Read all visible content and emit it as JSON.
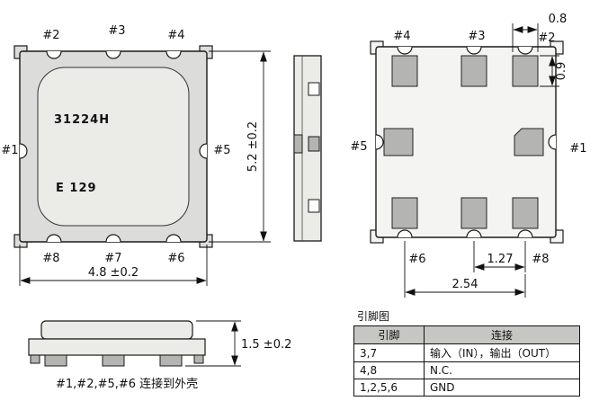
{
  "colors": {
    "line": "#1a1a1a",
    "body_fill": "#dcdcda",
    "lid_fill": "#ebebe8",
    "pad_fill": "#b4b4b2",
    "table_header_bg": "#c6c6c4"
  },
  "top_view": {
    "part_number": "31224H",
    "date_code": "E 129",
    "pin_labels": {
      "p1": "#1",
      "p2": "#2",
      "p3": "#3",
      "p4": "#4",
      "p5": "#5",
      "p6": "#6",
      "p7": "#7",
      "p8": "#8"
    },
    "dim_width": "4.8 ±0.2",
    "dim_height": "5.2 ±0.2"
  },
  "bottom_view": {
    "pin_labels": {
      "p1": "#1",
      "p2": "#2",
      "p3": "#3",
      "p4": "#4",
      "p5": "#5",
      "p6": "#6",
      "p8": "#8"
    },
    "dim_pad_width": "0.8",
    "dim_pad_height": "0.9",
    "dim_pitch": "1.27",
    "dim_pitch2": "2.54"
  },
  "profile_view": {
    "dim_height": "1.5 ±0.2",
    "note": "#1,#2,#5,#6  连接到外壳"
  },
  "pin_table": {
    "title": "引脚图",
    "headers": [
      "引脚",
      "连接"
    ],
    "rows": [
      [
        "3,7",
        "输入（IN），输出（OUT）"
      ],
      [
        "4,8",
        "N.C."
      ],
      [
        "1,2,5,6",
        "GND"
      ]
    ]
  }
}
